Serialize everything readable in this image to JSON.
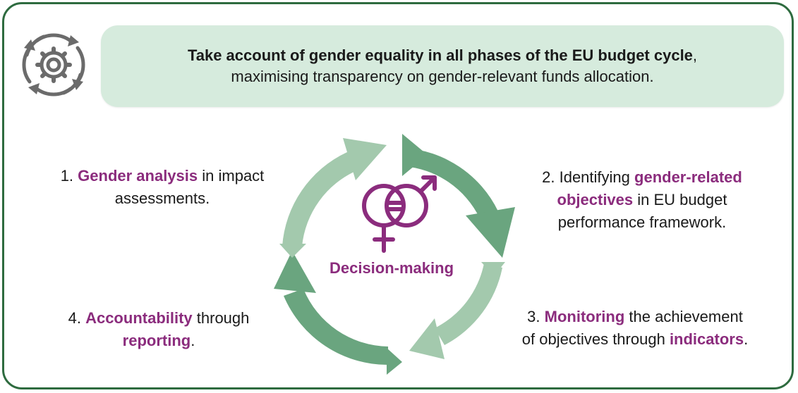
{
  "banner": {
    "line1_bold": "Take account of gender equality in all phases of the EU budget cycle",
    "line1_tail": ",",
    "line2": "maximising transparency on gender-relevant funds allocation."
  },
  "center": {
    "label": "Decision-making"
  },
  "steps": [
    {
      "pre": "1. ",
      "hl": "Gender analysis",
      "mid": " in impact",
      "line2": "assessments."
    },
    {
      "pre": "2. Identifying ",
      "hl": "gender-related",
      "hl2": "objectives",
      "mid": " in EU budget",
      "line3": "performance framework."
    },
    {
      "pre": "3. ",
      "hl": "Monitoring",
      "mid": " the achievement",
      "line2a": "of objectives through ",
      "hl2": "indicators",
      "tail": "."
    },
    {
      "pre": "4. ",
      "hl": "Accountability",
      "mid": " through",
      "hl2": "reporting",
      "tail": "."
    }
  ],
  "colors": {
    "frame": "#2e6b3f",
    "banner": "#d6ebdd",
    "arrow_dark": "#6aa57f",
    "arrow_light": "#a3c9ad",
    "accent": "#8b2c7d"
  },
  "icons": {
    "top_left": "gear-cycle-icon",
    "center": "gender-equality-icon"
  }
}
